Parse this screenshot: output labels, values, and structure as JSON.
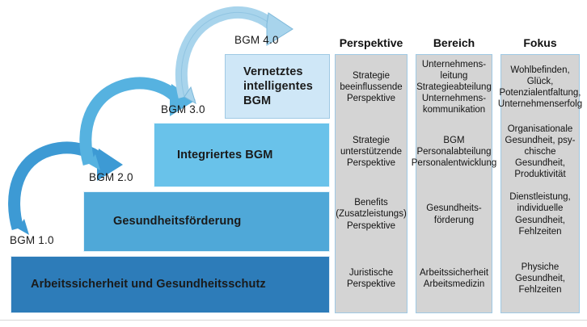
{
  "diagram": {
    "title_implicit": "BGM Entwicklungsstufen",
    "stairs": [
      {
        "tier": "BGM 1.0",
        "label": "Arbeitssicherheit und Gesundheitsschutz",
        "color": "#2d7cb9"
      },
      {
        "tier": "BGM 2.0",
        "label": "Gesundheitsförderung",
        "color": "#4fa8d8"
      },
      {
        "tier": "BGM 3.0",
        "label": "Integriertes BGM",
        "color": "#69c2ea"
      },
      {
        "tier": "BGM 4.0",
        "label": "Vernetztes intelligentes BGM",
        "color": "#cfe7f7"
      }
    ],
    "arrows": [
      {
        "name": "arrow-1-to-2",
        "color": "#3d9ad4"
      },
      {
        "name": "arrow-2-to-3",
        "color": "#56b2e0"
      },
      {
        "name": "arrow-3-to-4",
        "color": "#a8d4ec"
      }
    ],
    "columns": [
      {
        "header": "Perspektive",
        "cells": [
          "Strategie\nbeeinflussende\nPerspektive",
          "Strategie\nunterstützende\nPerspektive",
          "Benefits\n(Zusatzleistungs)\nPerspektive",
          "Juristische\nPerspektive"
        ]
      },
      {
        "header": "Bereich",
        "cells": [
          "Unternehmens-\nleitung\nStrategieabteilung\nUnternehmens-\nkommunikation",
          "BGM\nPersonalabteilung\nPersonalentwicklung",
          "Gesundheits-\nförderung",
          "Arbeitssicherheit\nArbeitsmedizin"
        ]
      },
      {
        "header": "Fokus",
        "cells": [
          "Wohlbefinden, Glück,\nPotenzialentfaltung,\nUnternehmenserfolg",
          "Organisationale\nGesundheit, psy-\nchische Gesundheit,\nProduktivität",
          "Dienstleistung,\nindividuelle\nGesundheit,\nFehlzeiten",
          "Physiche\nGesundheit,\nFehlzeiten"
        ]
      }
    ],
    "colors": {
      "column_bg": "#d4d4d4",
      "column_border": "#9fc9e4",
      "text": "#121212",
      "footer_rule": "#d8d8d8"
    }
  }
}
